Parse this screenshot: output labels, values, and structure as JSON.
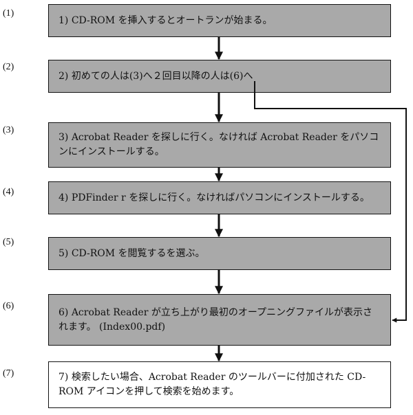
{
  "steps": [
    {
      "num": "(1)",
      "text": "1) CD-ROM を挿入するとオートランが始まる。"
    },
    {
      "num": "(2)",
      "text": "2)  初めての人は(3)へ２回目以降の人は(6)へ"
    },
    {
      "num": "(3)",
      "text": "3) Acrobat Reader を探しに行く。なければ Acrobat Reader をパソコンにインストールする。"
    },
    {
      "num": "(4)",
      "text": "4) PDFinder r を探しに行く。なければパソコンにインストールする。"
    },
    {
      "num": "(5)",
      "text": "5) CD-ROM を閲覧するを選ぶ。"
    },
    {
      "num": "(6)",
      "text": "6)  Acrobat Reader が立ち上がり最初のオープニングファイルが表示されます。 (Index00.pdf)"
    },
    {
      "num": "(7)",
      "text": "7)  検索したい場合、Acrobat Reader のツールバーに付加された CD-ROM アイコンを押して検索を始めます。"
    }
  ],
  "colors": {
    "box_fill": "#a9a9a9",
    "final_box_fill": "#ffffff",
    "line": "#111111"
  }
}
